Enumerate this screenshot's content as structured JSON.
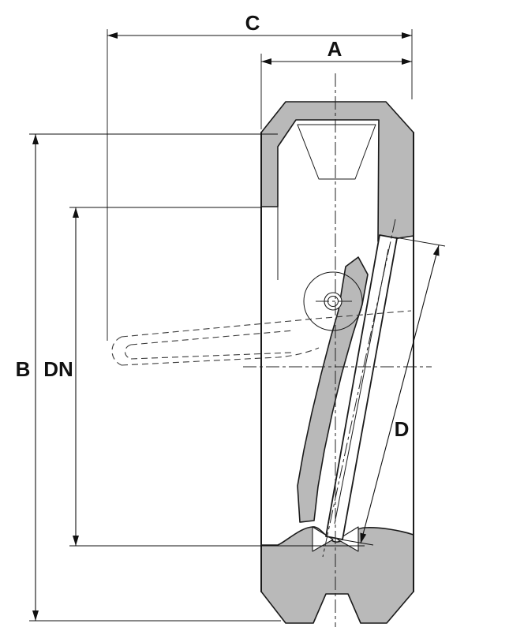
{
  "diagram": {
    "kind": "dimensioned-section-drawing",
    "labels": {
      "c": "C",
      "a": "A",
      "b": "B",
      "dn": "DN",
      "d": "D"
    },
    "colors": {
      "section_fill": "#b9b9b9",
      "line": "#1a1a1a",
      "background": "#ffffff"
    }
  }
}
